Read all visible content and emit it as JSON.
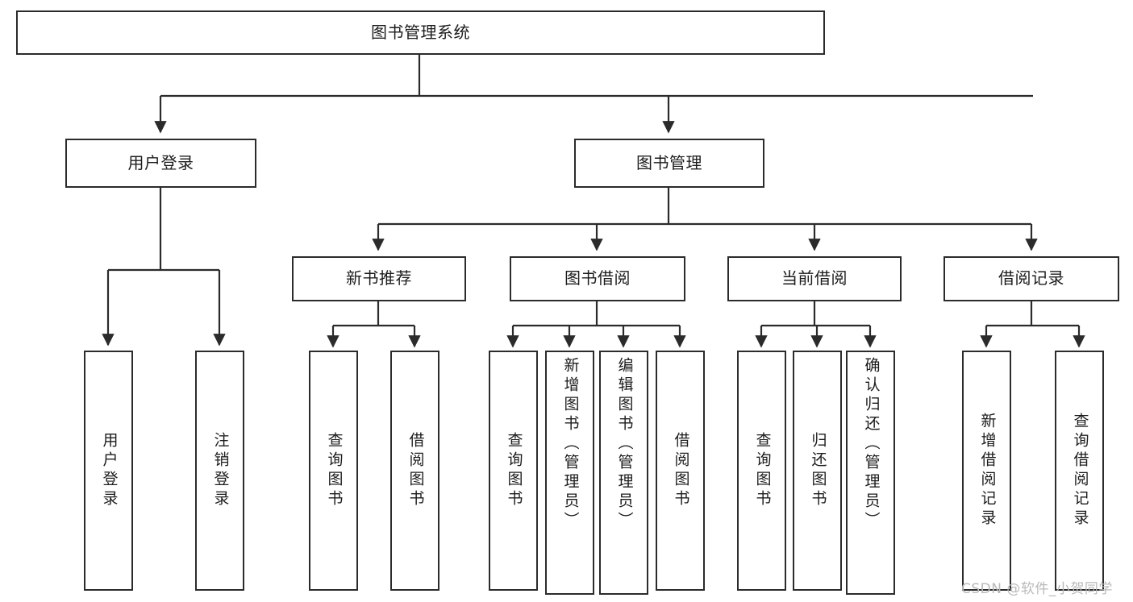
{
  "diagram": {
    "title": "图书管理系统",
    "type": "tree-hierarchy-diagram",
    "root": {
      "label": "图书管理系统"
    },
    "level2": [
      {
        "label": "用户登录"
      },
      {
        "label": "图书管理"
      }
    ],
    "level3": [
      {
        "label": "新书推荐"
      },
      {
        "label": "图书借阅"
      },
      {
        "label": "当前借阅"
      },
      {
        "label": "借阅记录"
      }
    ],
    "leaves": {
      "user_login": [
        {
          "label": "用户登录"
        },
        {
          "label": "注销登录"
        }
      ],
      "new_book_recommend": [
        {
          "label": "查询图书"
        },
        {
          "label": "借阅图书"
        }
      ],
      "book_borrow": [
        {
          "label": "查询图书"
        },
        {
          "label": "新增图书（管理员）"
        },
        {
          "label": "编辑图书（管理员）"
        },
        {
          "label": "借阅图书"
        }
      ],
      "current_borrow": [
        {
          "label": "查询图书"
        },
        {
          "label": "归还图书"
        },
        {
          "label": "确认归还（管理员）"
        }
      ],
      "borrow_record": [
        {
          "label": "新增借阅记录"
        },
        {
          "label": "查询借阅记录"
        }
      ]
    }
  },
  "watermark": {
    "text": "CSDN @软件_小贺同学"
  },
  "colors": {
    "stroke": "#2b2b2b",
    "background": "#ffffff",
    "text": "#1c1c1c",
    "watermark": "#b9b9b9"
  }
}
